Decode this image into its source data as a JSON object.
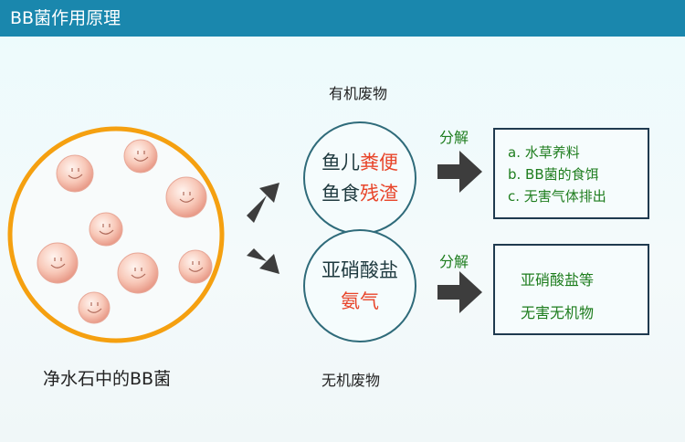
{
  "header": {
    "title": "BB菌作用原理"
  },
  "left": {
    "caption": "净水石中的BB菌"
  },
  "organic": {
    "label": "有机废物",
    "line1_a": "鱼儿",
    "line1_b": "粪便",
    "line2_a": "鱼食",
    "line2_b": "残渣",
    "process": "分解",
    "results": [
      "a. 水草养料",
      "b. BB菌的食饵",
      "c. 无害气体排出"
    ]
  },
  "inorganic": {
    "label": "无机废物",
    "line1": "亚硝酸盐",
    "line2": "氨气",
    "process": "分解",
    "results": [
      "亚硝酸盐等",
      "无害无机物"
    ]
  },
  "colors": {
    "header": "#1a87ad",
    "ring": "#f5a010",
    "highlight": "#e8452a",
    "result": "#1e7d1e"
  }
}
